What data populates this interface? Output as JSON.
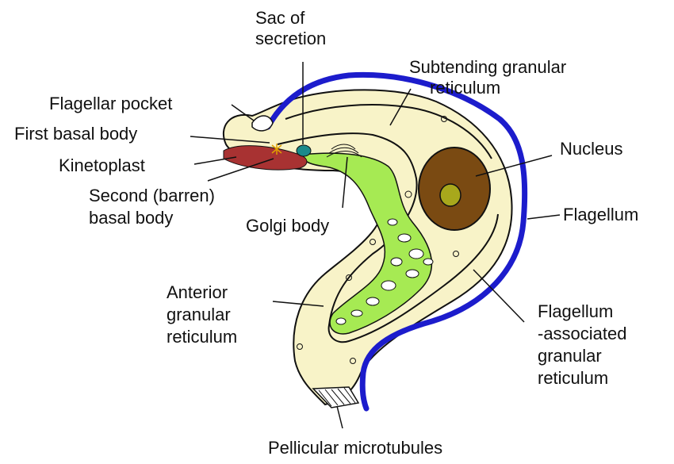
{
  "labels": {
    "sac_line1": "Sac of",
    "sac_line2": "secretion",
    "subtending_line1": "Subtending granular",
    "subtending_line2": "reticulum",
    "flagellar_pocket": "Flagellar pocket",
    "first_basal_body": "First basal body",
    "kinetoplast": "Kinetoplast",
    "second_line1": "Second (barren)",
    "second_line2": "basal body",
    "golgi_body": "Golgi body",
    "nucleus": "Nucleus",
    "flagellum": "Flagellum",
    "anterior_line1": "Anterior",
    "anterior_line2": "granular",
    "anterior_line3": "reticulum",
    "fagr_line1": "Flagellum",
    "fagr_line2": "-associated",
    "fagr_line3": "granular",
    "fagr_line4": "reticulum",
    "pellicular": "Pellicular microtubules"
  },
  "colors": {
    "cell_body": "#f8f3c8",
    "flagellum": "#1c1ccc",
    "reticulum": "#a6ea53",
    "nucleus": "#7a4a12",
    "nucleolus": "#a8a81c",
    "kinetoplast": "#a83232",
    "sac": "#1a8a8a",
    "basal_body": "#e0a000"
  }
}
